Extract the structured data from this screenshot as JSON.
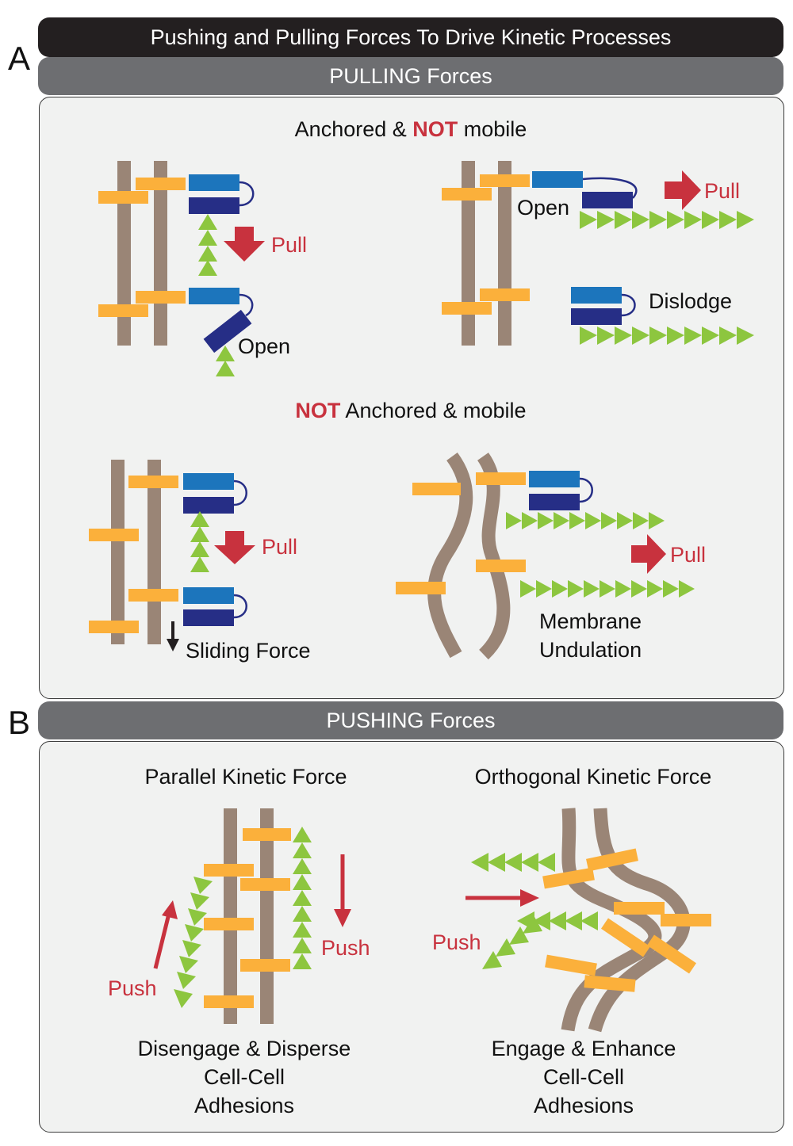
{
  "title": "Pushing and Pulling Forces To Drive Kinetic Processes",
  "panel_a": {
    "letter": "A",
    "header": "PULLING Forces",
    "section1_title": {
      "part1": "Anchored & ",
      "highlight": "NOT",
      "part2": " mobile"
    },
    "section2_title": {
      "highlight": "NOT",
      "part2": " Anchored & mobile"
    },
    "labels": {
      "pull": "Pull",
      "open": "Open",
      "dislodge": "Dislodge",
      "sliding_force": "Sliding Force",
      "membrane_undulation_1": "Membrane",
      "membrane_undulation_2": "Undulation"
    }
  },
  "panel_b": {
    "letter": "B",
    "header": "PUSHING Forces",
    "parallel_title": "Parallel Kinetic Force",
    "orthogonal_title": "Orthogonal Kinetic Force",
    "push": "Push",
    "parallel_caption": [
      "Disengage & Disperse",
      "Cell-Cell",
      "Adhesions"
    ],
    "orthogonal_caption": [
      "Engage & Enhance",
      "Cell-Cell",
      "Adhesions"
    ]
  },
  "colors": {
    "membrane": "#9a8576",
    "adhesion": "#fbb03b",
    "domain_light": "#1c75bc",
    "domain_dark": "#262e86",
    "actin": "#8dc63f",
    "force": "#c8323e",
    "banner_dark": "#231f20",
    "banner_grey": "#6d6e71"
  }
}
